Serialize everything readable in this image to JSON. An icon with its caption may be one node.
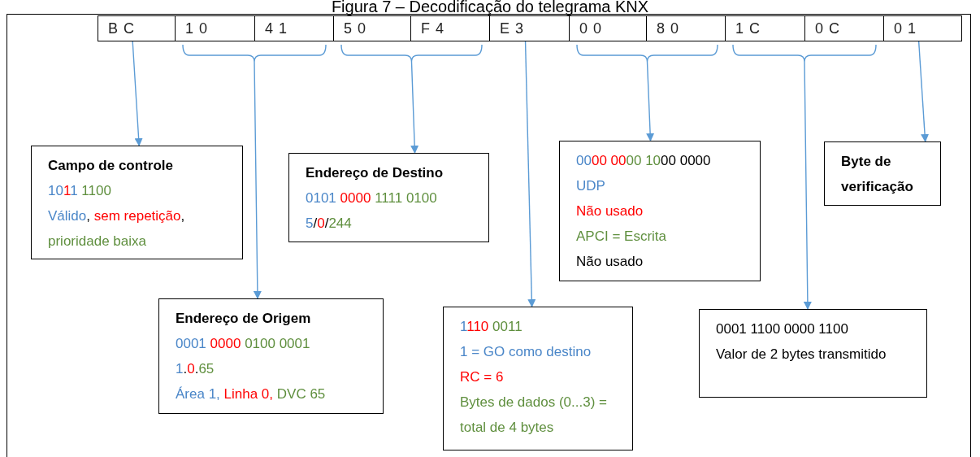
{
  "diagram": {
    "title": "Figura 7 – Decodificação do telegrama KNX",
    "nodes": [
      {
        "text": [
          "BC"
        ]
      },
      {
        "text": [
          "10"
        ]
      },
      {
        "text": [
          "41"
        ]
      },
      {
        "text": [
          "50"
        ]
      },
      {
        "text": [
          "F4"
        ]
      },
      {
        "text": [
          "E3"
        ]
      },
      {
        "text": [
          "00"
        ]
      },
      {
        "text": [
          "80"
        ]
      },
      {
        "text": [
          "1C"
        ]
      },
      {
        "text": [
          "0C"
        ]
      },
      {
        "text": [
          "01"
        ]
      },
      {
        "text": [
          "Campo de controle",
          "1011 1100",
          "Válido, sem repetição, prioridade baixa"
        ]
      },
      {
        "text": [
          "Endereço de Destino",
          "0101 0000 1111 0100",
          "5/0/244"
        ]
      },
      {
        "text": [
          "0000 0000 1000 0000",
          "UDP",
          "Não usado",
          "APCI = Escrita",
          "Não usado"
        ]
      },
      {
        "text": [
          "Byte de verificação"
        ]
      },
      {
        "text": [
          "Endereço de Origem",
          "0001 0000 0100 0001",
          "1.0.65",
          "Área 1, Linha 0, DVC 65"
        ]
      },
      {
        "text": [
          "1110 0011",
          "1 = GO como destino",
          "RC = 6",
          "Bytes de dados (0...3) = total de 4 bytes"
        ]
      },
      {
        "text": [
          "0001 1100 0000 1100",
          "Valor de 2 bytes transmitido"
        ]
      }
    ],
    "edges": [
      {
        "from": 0,
        "to": 11,
        "arrow": "to"
      },
      {
        "from": 1,
        "to": 15,
        "arrow": "to"
      },
      {
        "from": 2,
        "to": 15,
        "arrow": "to"
      },
      {
        "from": 3,
        "to": 12,
        "arrow": "to"
      },
      {
        "from": 4,
        "to": 12,
        "arrow": "to"
      },
      {
        "from": 5,
        "to": 16,
        "arrow": "to"
      },
      {
        "from": 6,
        "to": 13,
        "arrow": "to"
      },
      {
        "from": 7,
        "to": 13,
        "arrow": "to"
      },
      {
        "from": 8,
        "to": 17,
        "arrow": "to"
      },
      {
        "from": 9,
        "to": 17,
        "arrow": "to"
      },
      {
        "from": 10,
        "to": 14,
        "arrow": "to"
      }
    ]
  }
}
